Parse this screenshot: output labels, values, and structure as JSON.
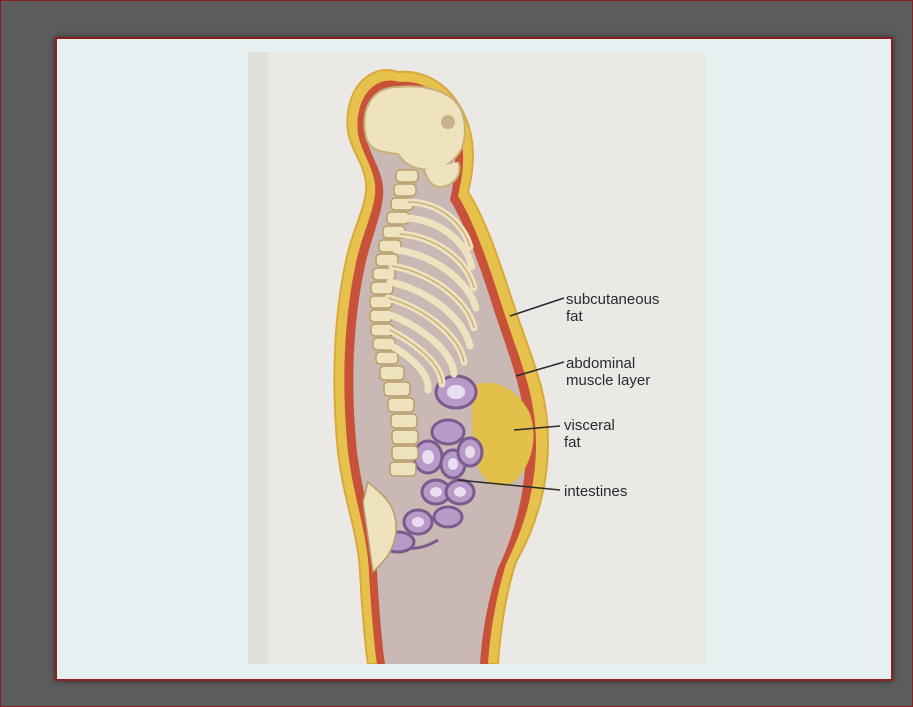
{
  "figure": {
    "labels": {
      "subcutaneous_fat": "subcutaneous\nfat",
      "abdominal_muscle": "abdominal\nmuscle layer",
      "visceral_fat": "visceral\nfat",
      "intestines": "intestines"
    }
  },
  "colors": {
    "frame": "#5c5c5c",
    "frame_border": "#8a1f1f",
    "panel": "#e6f0f0",
    "paper": "#ebe9e6",
    "fat": "#e6c24c",
    "muscle": "#c8513a",
    "bone": "#efe3bf",
    "intestine": "#b79ac8",
    "cavity": "#c9b8b4"
  }
}
